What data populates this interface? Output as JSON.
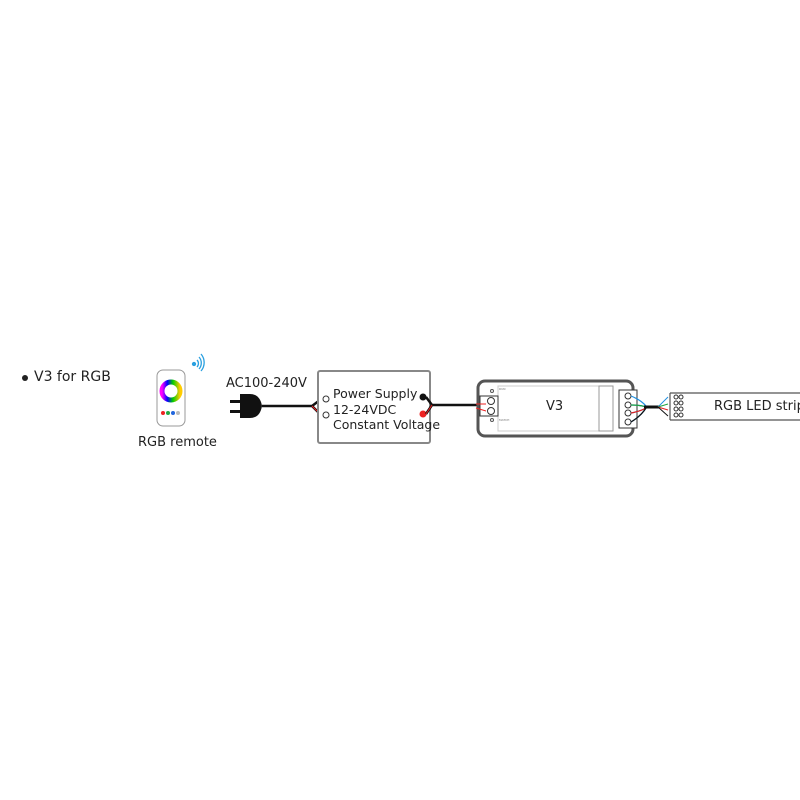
{
  "title": "V3 for RGB",
  "remote_label": "RGB remote",
  "ac_label": "AC100-240V",
  "power_supply": {
    "line1": "Power Supply",
    "line2": "12-24VDC",
    "line3": "Constant Voltage"
  },
  "controller": {
    "name": "V3",
    "run": "RUN",
    "match": "MATCH"
  },
  "strip_label": "RGB LED strip",
  "colors": {
    "red": "#e02020",
    "green": "#20a040",
    "blue": "#2090e0",
    "wire": "#111111"
  }
}
